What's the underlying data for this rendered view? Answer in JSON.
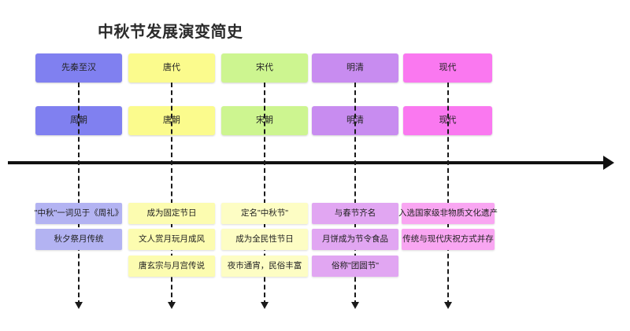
{
  "title": "中秋节发展演变简史",
  "axis": {
    "direction_icon": "right-arrow-icon"
  },
  "colors": {
    "periwinkle": "#8080f0",
    "periwinkle_light": "#b3b3f2",
    "yellow": "#fbfb8d",
    "yellow_light": "#fcfcb0",
    "green": "#cdf590",
    "green_light": "#fdfdc4",
    "purple": "#c88cf0",
    "purple_light": "#e1a6f2",
    "magenta": "#fa78f0",
    "magenta_light": "#f9a6f2",
    "axis": "#111111",
    "title": "#2b2b2b"
  },
  "columns": [
    {
      "era": "先秦至汉",
      "dynasty": "周朝",
      "header_color": "#8080f0",
      "item_color": "#b3b3f2",
      "items": [
        "\"中秋\"一词见于《周礼》",
        "秋夕祭月传统"
      ]
    },
    {
      "era": "唐代",
      "dynasty": "唐朝",
      "header_color": "#fbfb8d",
      "item_color": "#fcfcb0",
      "items": [
        "成为固定节日",
        "文人赏月玩月成风",
        "唐玄宗与月宫传说"
      ]
    },
    {
      "era": "宋代",
      "dynasty": "宋朝",
      "header_color": "#cdf590",
      "item_color": "#fdfdc4",
      "items": [
        "定名\"中秋节\"",
        "成为全民性节日",
        "夜市通宵，民俗丰富"
      ]
    },
    {
      "era": "明清",
      "dynasty": "明清",
      "header_color": "#c88cf0",
      "item_color": "#e1a6f2",
      "items": [
        "与春节齐名",
        "月饼成为节令食品",
        "俗称\"团圆节\""
      ]
    },
    {
      "era": "现代",
      "dynasty": "现代",
      "header_color": "#fa78f0",
      "item_color": "#f9a6f2",
      "items": [
        "入选国家级非物质文化遗产",
        "传统与现代庆祝方式并存"
      ]
    }
  ]
}
